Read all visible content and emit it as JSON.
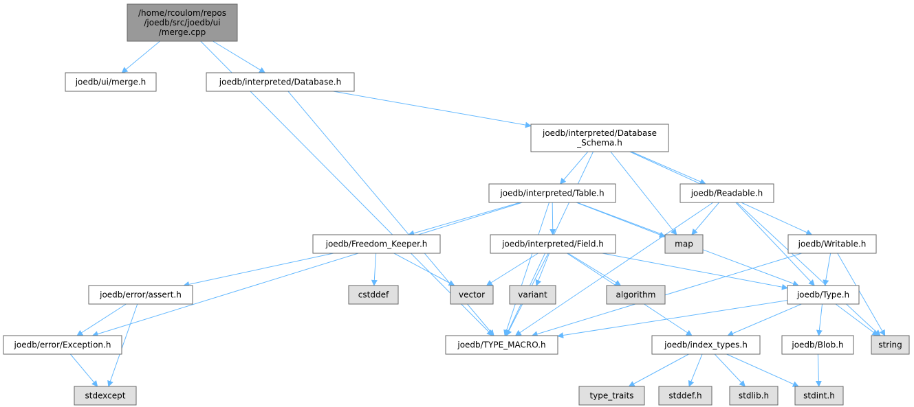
{
  "colors": {
    "edge": "#63b8ff",
    "root_fill": "#999999",
    "header_fill": "#ffffff",
    "system_fill": "#e0e0e0",
    "border": "#666666"
  },
  "nodes": [
    {
      "id": "root",
      "kind": "root",
      "lines": [
        "/home/rcoulom/repos",
        "/joedb/src/joedb/ui",
        "/merge.cpp"
      ]
    },
    {
      "id": "ui_merge",
      "kind": "header",
      "lines": [
        "joedb/ui/merge.h"
      ]
    },
    {
      "id": "database",
      "kind": "header",
      "lines": [
        "joedb/interpreted/Database.h"
      ]
    },
    {
      "id": "db_schema",
      "kind": "header",
      "lines": [
        "joedb/interpreted/Database",
        "_Schema.h"
      ]
    },
    {
      "id": "table",
      "kind": "header",
      "lines": [
        "joedb/interpreted/Table.h"
      ]
    },
    {
      "id": "readable",
      "kind": "header",
      "lines": [
        "joedb/Readable.h"
      ]
    },
    {
      "id": "map",
      "kind": "system",
      "lines": [
        "map"
      ]
    },
    {
      "id": "writable",
      "kind": "header",
      "lines": [
        "joedb/Writable.h"
      ]
    },
    {
      "id": "freedom",
      "kind": "header",
      "lines": [
        "joedb/Freedom_Keeper.h"
      ]
    },
    {
      "id": "field",
      "kind": "header",
      "lines": [
        "joedb/interpreted/Field.h"
      ]
    },
    {
      "id": "assert",
      "kind": "header",
      "lines": [
        "joedb/error/assert.h"
      ]
    },
    {
      "id": "cstddef",
      "kind": "system",
      "lines": [
        "cstddef"
      ]
    },
    {
      "id": "vector",
      "kind": "system",
      "lines": [
        "vector"
      ]
    },
    {
      "id": "variant",
      "kind": "system",
      "lines": [
        "variant"
      ]
    },
    {
      "id": "algorithm",
      "kind": "system",
      "lines": [
        "algorithm"
      ]
    },
    {
      "id": "type",
      "kind": "header",
      "lines": [
        "joedb/Type.h"
      ]
    },
    {
      "id": "exception",
      "kind": "header",
      "lines": [
        "joedb/error/Exception.h"
      ]
    },
    {
      "id": "type_macro",
      "kind": "header",
      "lines": [
        "joedb/TYPE_MACRO.h"
      ]
    },
    {
      "id": "index_types",
      "kind": "header",
      "lines": [
        "joedb/index_types.h"
      ]
    },
    {
      "id": "blob",
      "kind": "header",
      "lines": [
        "joedb/Blob.h"
      ]
    },
    {
      "id": "string",
      "kind": "system",
      "lines": [
        "string"
      ]
    },
    {
      "id": "stdexcept",
      "kind": "system",
      "lines": [
        "stdexcept"
      ]
    },
    {
      "id": "type_traits",
      "kind": "system",
      "lines": [
        "type_traits"
      ]
    },
    {
      "id": "stddef",
      "kind": "system",
      "lines": [
        "stddef.h"
      ]
    },
    {
      "id": "stdlib",
      "kind": "system",
      "lines": [
        "stdlib.h"
      ]
    },
    {
      "id": "stdint",
      "kind": "system",
      "lines": [
        "stdint.h"
      ]
    }
  ],
  "edges": [
    [
      "root",
      "ui_merge"
    ],
    [
      "root",
      "database"
    ],
    [
      "root",
      "type_macro"
    ],
    [
      "database",
      "db_schema"
    ],
    [
      "database",
      "type_macro"
    ],
    [
      "db_schema",
      "table"
    ],
    [
      "db_schema",
      "readable"
    ],
    [
      "db_schema",
      "map"
    ],
    [
      "db_schema",
      "writable"
    ],
    [
      "db_schema",
      "type_macro"
    ],
    [
      "table",
      "freedom"
    ],
    [
      "table",
      "field"
    ],
    [
      "table",
      "map"
    ],
    [
      "table",
      "type"
    ],
    [
      "table",
      "exception"
    ],
    [
      "table",
      "type_macro"
    ],
    [
      "readable",
      "map"
    ],
    [
      "readable",
      "type"
    ],
    [
      "readable",
      "string"
    ],
    [
      "readable",
      "type_macro"
    ],
    [
      "writable",
      "type"
    ],
    [
      "writable",
      "string"
    ],
    [
      "writable",
      "type_macro"
    ],
    [
      "freedom",
      "assert"
    ],
    [
      "freedom",
      "cstddef"
    ],
    [
      "freedom",
      "vector"
    ],
    [
      "field",
      "vector"
    ],
    [
      "field",
      "variant"
    ],
    [
      "field",
      "algorithm"
    ],
    [
      "field",
      "type"
    ],
    [
      "field",
      "index_types"
    ],
    [
      "field",
      "type_macro"
    ],
    [
      "assert",
      "exception"
    ],
    [
      "assert",
      "stdexcept"
    ],
    [
      "exception",
      "stdexcept"
    ],
    [
      "type",
      "type_macro"
    ],
    [
      "type",
      "index_types"
    ],
    [
      "type",
      "blob"
    ],
    [
      "type",
      "string"
    ],
    [
      "index_types",
      "type_traits"
    ],
    [
      "index_types",
      "stddef"
    ],
    [
      "index_types",
      "stdlib"
    ],
    [
      "index_types",
      "stdint"
    ],
    [
      "blob",
      "stdint"
    ]
  ]
}
